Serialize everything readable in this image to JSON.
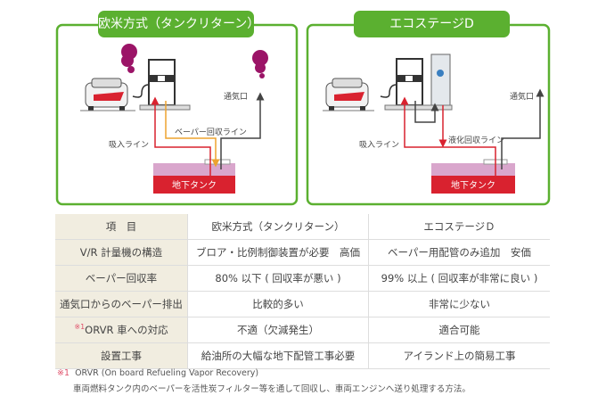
{
  "left_panel": {
    "title": "欧米方式（タンクリターン）",
    "suction_line": "吸入ライン",
    "vapor_line": "ベーパー回収ライン",
    "vent": "通気口",
    "tank": "地下タンク"
  },
  "right_panel": {
    "title": "エコステージD",
    "suction_line": "吸入ライン",
    "liquefied_line": "液化回収ライン",
    "vent": "通気口",
    "tank": "地下タンク"
  },
  "colors": {
    "green": "#5bb030",
    "red": "#d9222f",
    "pink": "#d9a6cc",
    "purple": "#9b1467",
    "orange": "#eda32f"
  },
  "table": {
    "header": [
      "項　目",
      "欧米方式（タンクリターン）",
      "エコステージＤ"
    ],
    "rows": [
      [
        "V/R 計量機の構造",
        "ブロア・比例制御装置が必要　高価",
        "ベーパー用配管のみ追加　安価"
      ],
      [
        "ベーパー回収率",
        "80% 以下 ( 回収率が悪い )",
        "99% 以上 ( 回収率が非常に良い )"
      ],
      [
        "通気口からのベーパー排出",
        "比較的多い",
        "非常に少ない"
      ],
      [
        "ORVR 車への対応",
        "不適（欠減発生）",
        "適合可能"
      ],
      [
        "設置工事",
        "給油所の大幅な地下配管工事必要",
        "アイランド上の簡易工事"
      ]
    ],
    "orvr_mark": "※1"
  },
  "footnote": {
    "mark": "※1",
    "line1": "ORVR (On board Refueling Vapor Recovery)",
    "line2": "車両燃料タンク内のベーパーを活性炭フィルター等を通して回収し、車両エンジンへ送り処理する方法。"
  }
}
